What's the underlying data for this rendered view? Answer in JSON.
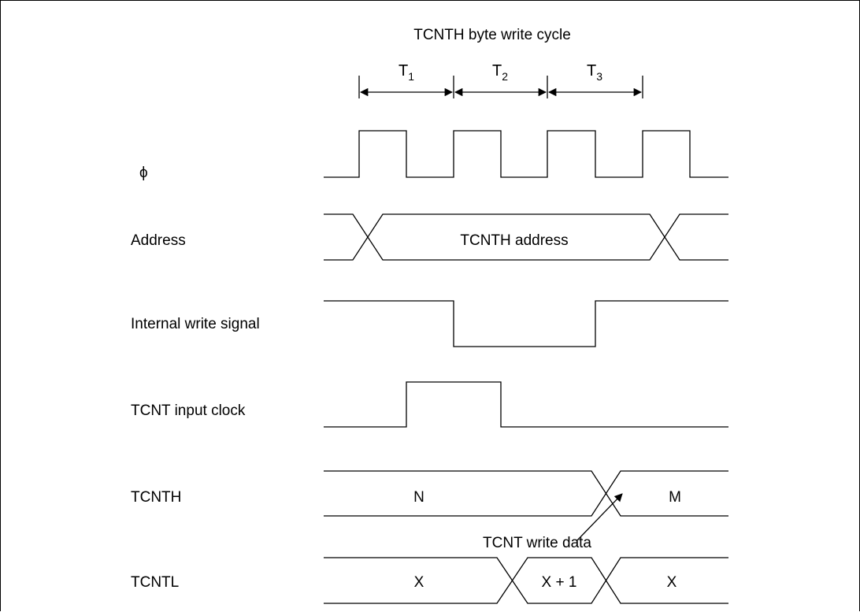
{
  "diagram": {
    "title": "TCNTH byte write cycle",
    "timing_periods": [
      {
        "letter": "T",
        "subscript": "1"
      },
      {
        "letter": "T",
        "subscript": "2"
      },
      {
        "letter": "T",
        "subscript": "3"
      }
    ],
    "signals": {
      "phi": {
        "label": "ϕ"
      },
      "address": {
        "label": "Address",
        "value": "TCNTH address"
      },
      "write": {
        "label": "Internal write signal"
      },
      "input_clock": {
        "label": "TCNT input clock"
      },
      "tcnth": {
        "label": "TCNTH",
        "before": "N",
        "after": "M"
      },
      "tcntl": {
        "label": "TCNTL",
        "values": [
          "X",
          "X + 1",
          "X"
        ]
      }
    },
    "annotation": "TCNT write data"
  }
}
